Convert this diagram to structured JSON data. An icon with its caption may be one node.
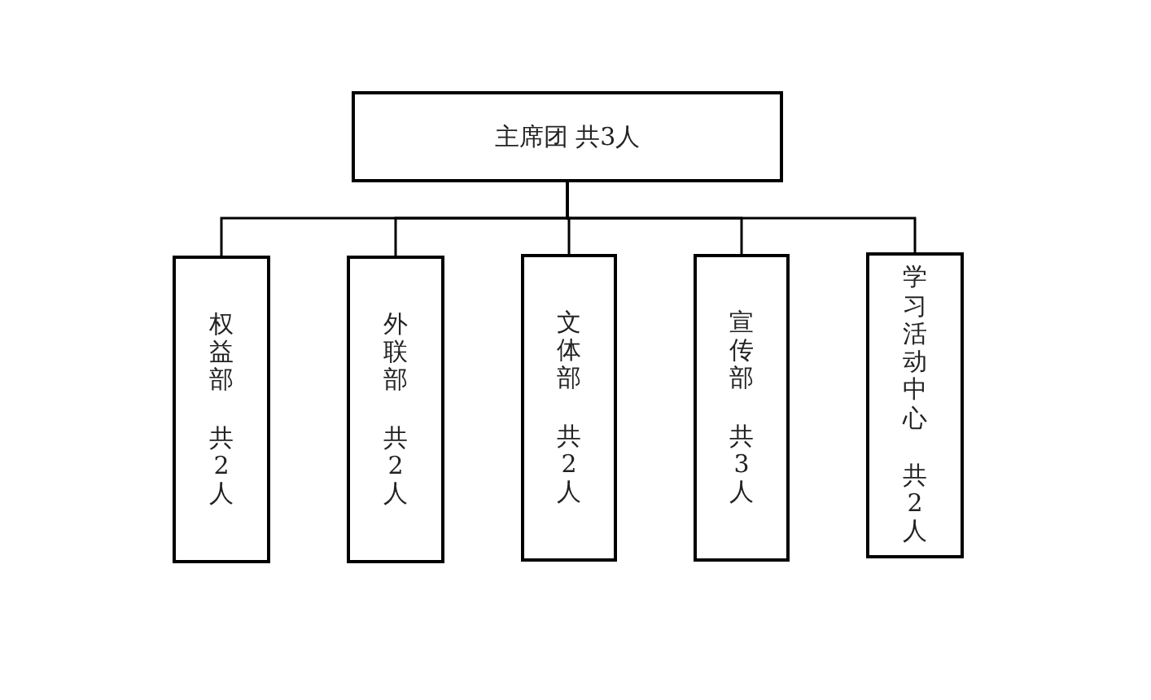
{
  "diagram": {
    "nodes": [
      {
        "text": [
          "主席团 共3人"
        ]
      },
      {
        "text": [
          "权益部",
          "共2人"
        ]
      },
      {
        "text": [
          "外联部",
          "共2人"
        ]
      },
      {
        "text": [
          "文体部",
          "共2人"
        ]
      },
      {
        "text": [
          "宣传部",
          "共3人"
        ]
      },
      {
        "text": [
          "学习活动中心",
          "共2人"
        ]
      }
    ],
    "edges": [
      {
        "from": 0,
        "to": 1,
        "arrow": "none"
      },
      {
        "from": 0,
        "to": 2,
        "arrow": "none"
      },
      {
        "from": 0,
        "to": 3,
        "arrow": "none"
      },
      {
        "from": 0,
        "to": 4,
        "arrow": "none"
      },
      {
        "from": 0,
        "to": 5,
        "arrow": "none"
      }
    ]
  }
}
